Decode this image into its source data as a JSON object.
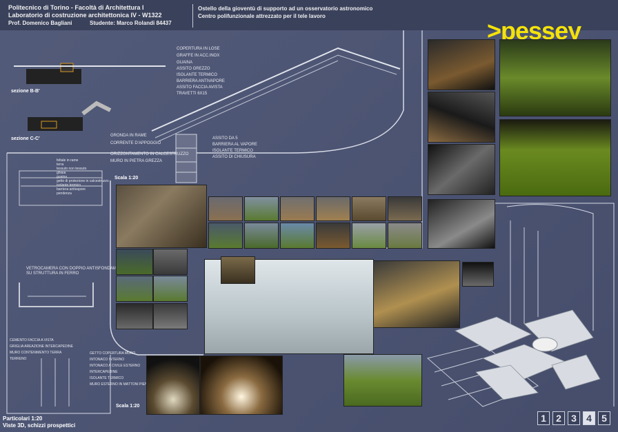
{
  "header": {
    "line1": "Politecnico di Torino - Facoltà di Architettura I",
    "line2": "Laboratorio di costruzione architettonica IV - W1322",
    "line3_left": "Prof. Domenico Bagliani",
    "line3_right": "Studente: Marco Rolandi 84437",
    "subtitle1": "Ostello della gioventù di supporto ad un osservatorio astronomico",
    "subtitle2": "Centro polifunzionale attrezzato per il tele lavoro"
  },
  "logo": ">pessey",
  "sections": {
    "bb": "sezione B-B'",
    "cc": "sezione C-C'",
    "scala_top": "Scala 1:20",
    "scala_bottom": "Scala 1:20"
  },
  "roof_labels": [
    "COPERTURA IN LOSE",
    "GRAFFE IN ACC.INOX",
    "GUAINA",
    "ASSITO GREZZO",
    "ISOLANTE TERMICO",
    "BARRIERA ANTIVAPORE",
    "ASSITO FACCIA AVISTA",
    "TRAVETTI 6X15"
  ],
  "roof_labels_left": [
    "GRONDA IN RAME",
    "CORRENTE D'APPOGGIO",
    "ORIZZONTAMENTO IN CALCESTRUZZO",
    "MURO IN PIETRA GREZZA"
  ],
  "roof_labels_right": [
    "ASSITO DA 5",
    "BARRIERA AL VAPORE",
    "ISOLANTE TERMICO",
    "ASSITO DI CHIUSURA"
  ],
  "detail1_labels": [
    "feltale in rame",
    "terra",
    "tessuto non tessuto",
    "ghiaia",
    "guaina",
    "getto di protezione in calcestruzzo",
    "isolante termico",
    "barriera antivapore",
    "pendenza"
  ],
  "detail2_label1": "VETROCAMERA CON DOPPIO ANTISFONDAMENTO",
  "detail2_label2": "SU STRUTTURA IN FERRO",
  "detail3_left": [
    "CEMENTO FACCIA A VISTA",
    "GRIGLIA AREAZIONE INTERCAPEDINE",
    "MURO CONTENIMENTO TERRA",
    "TERRENO"
  ],
  "detail3_right": [
    "GETTO COPERTURA MURO",
    "INTONACO INTERNO",
    "INTONACO A CIVILE ESTERNO",
    "INTERCAPEDINE",
    "ISOLANTE TERMICO",
    "MURO ESTERNO IN MATTONI PIENI"
  ],
  "footer": {
    "line1": "Particolari 1:20",
    "line2": "Viste 3D, schizzi prospettici"
  },
  "pages": [
    "1",
    "2",
    "3",
    "4",
    "5"
  ],
  "active_page": "4",
  "colors": {
    "logo": "#f4e20a",
    "background": "#4a5270"
  }
}
